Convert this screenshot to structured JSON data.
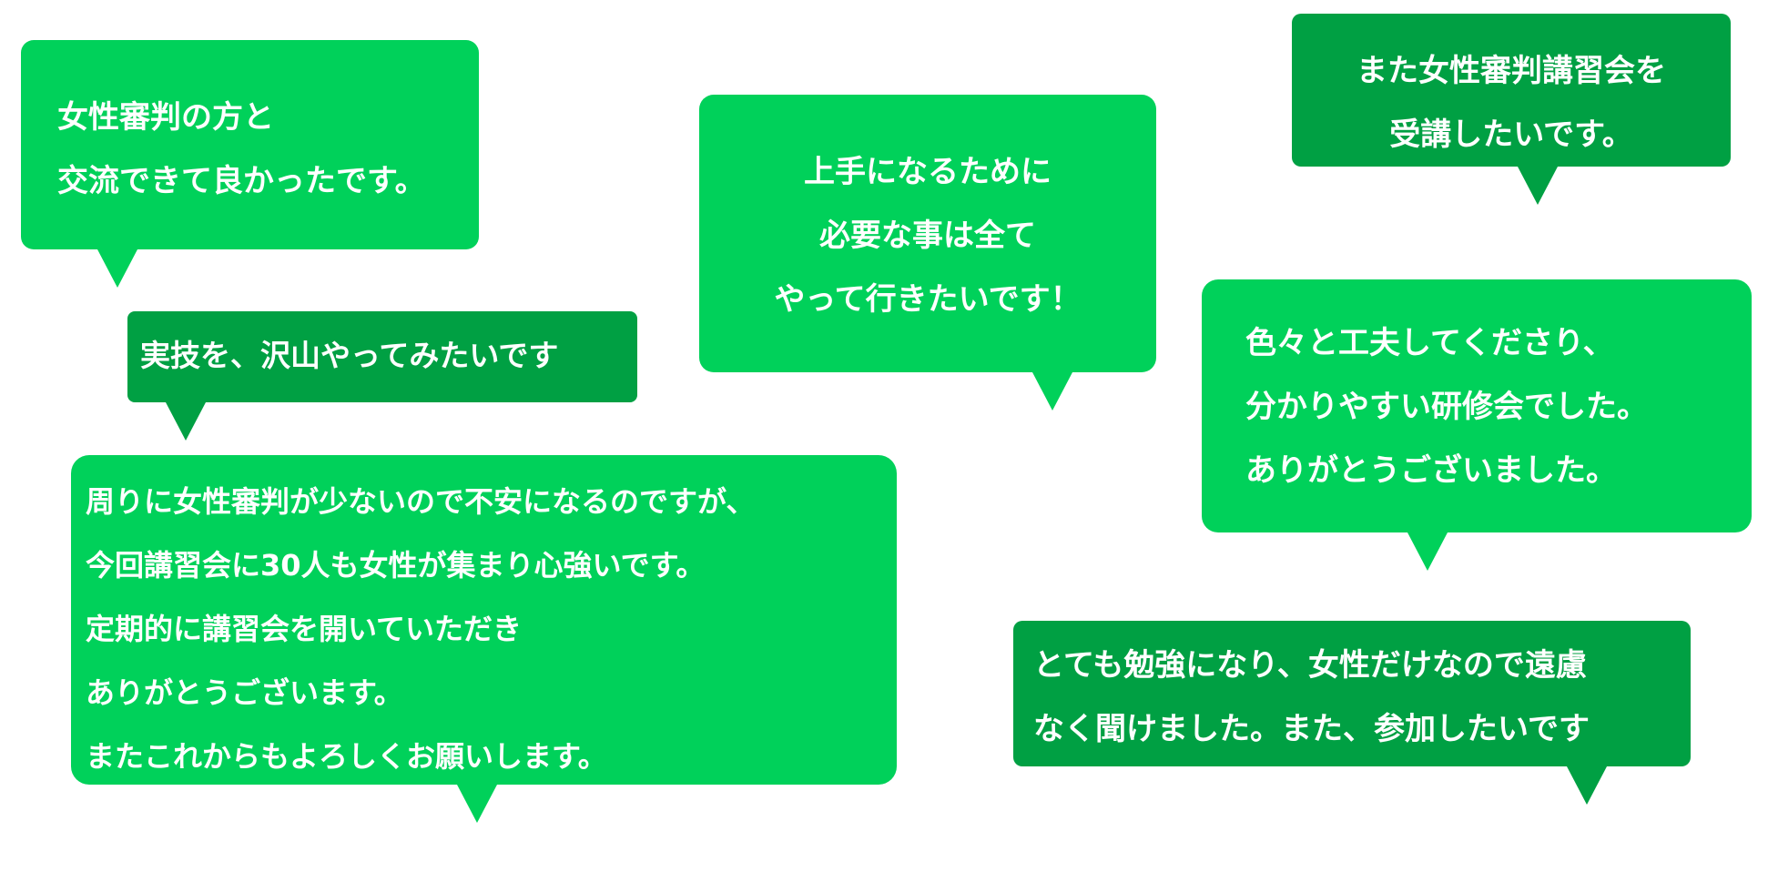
{
  "colors": {
    "bubble_light": "#00d15a",
    "bubble_dark": "#00a043",
    "text": "#ffffff",
    "background": "#ffffff"
  },
  "comments": [
    {
      "lines": [
        "女性審判の方と",
        "交流できて良かったです。"
      ]
    },
    {
      "lines": [
        "上手になるために",
        "必要な事は全て",
        "やって行きたいです！"
      ]
    },
    {
      "lines": [
        "また女性審判講習会を",
        "受講したいです。"
      ]
    },
    {
      "lines": [
        "実技を、沢山やってみたいです"
      ]
    },
    {
      "lines": [
        "周りに女性審判が少ないので不安になるのですが、",
        "今回講習会に30人も女性が集まり心強いです。",
        "定期的に講習会を開いていただき",
        "ありがとうございます。",
        "またこれからもよろしくお願いします。"
      ]
    },
    {
      "lines": [
        "色々と工夫してくださり、",
        "分かりやすい研修会でした。",
        "ありがとうございました。"
      ]
    },
    {
      "lines": [
        "とても勉強になり、女性だけなので遠慮",
        "なく聞けました。また、参加したいです"
      ]
    }
  ]
}
